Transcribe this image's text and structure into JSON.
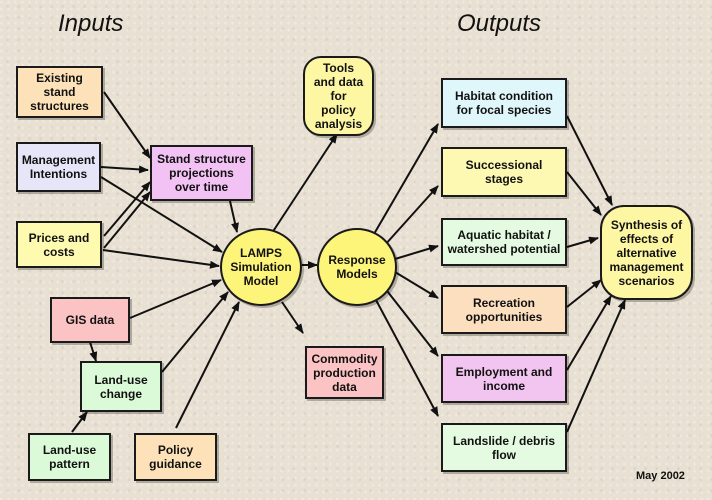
{
  "headings": {
    "inputs": "Inputs",
    "outputs": "Outputs"
  },
  "inputs": {
    "existing_stand": "Existing\nstand\nstructures",
    "management": "Management\nIntentions",
    "prices": "Prices and\ncosts",
    "gis": "GIS data",
    "land_use_change": "Land-use\nchange",
    "land_use_pattern": "Land-use\npattern",
    "policy_guidance": "Policy\nguidance"
  },
  "middle": {
    "stand_projections": "Stand structure\nprojections\nover time",
    "lamps": "LAMPS\nSimulation\nModel",
    "response": "Response\nModels",
    "tools": "Tools\nand data\nfor\npolicy\nanalysis",
    "commodity": "Commodity\nproduction\ndata"
  },
  "outputs": {
    "habitat": "Habitat condition\nfor focal species",
    "successional": "Successional\nstages",
    "aquatic": "Aquatic habitat /\nwatershed potential",
    "recreation": "Recreation\nopportunities",
    "employment": "Employment and\nincome",
    "landslide": "Landslide / debris\nflow",
    "synthesis": "Synthesis of\neffects of\nalternative\nmanagement\nscenarios"
  },
  "footer": "May 2002",
  "colors": {
    "orange": "#fde2b9",
    "lavender": "#e6e6f8",
    "yellow": "#fefab0",
    "pink": "#fbc3c3",
    "green": "#dbfbd8",
    "magenta": "#f2c2f4",
    "circle": "#fdf47a",
    "background": "#e8e0d2"
  }
}
